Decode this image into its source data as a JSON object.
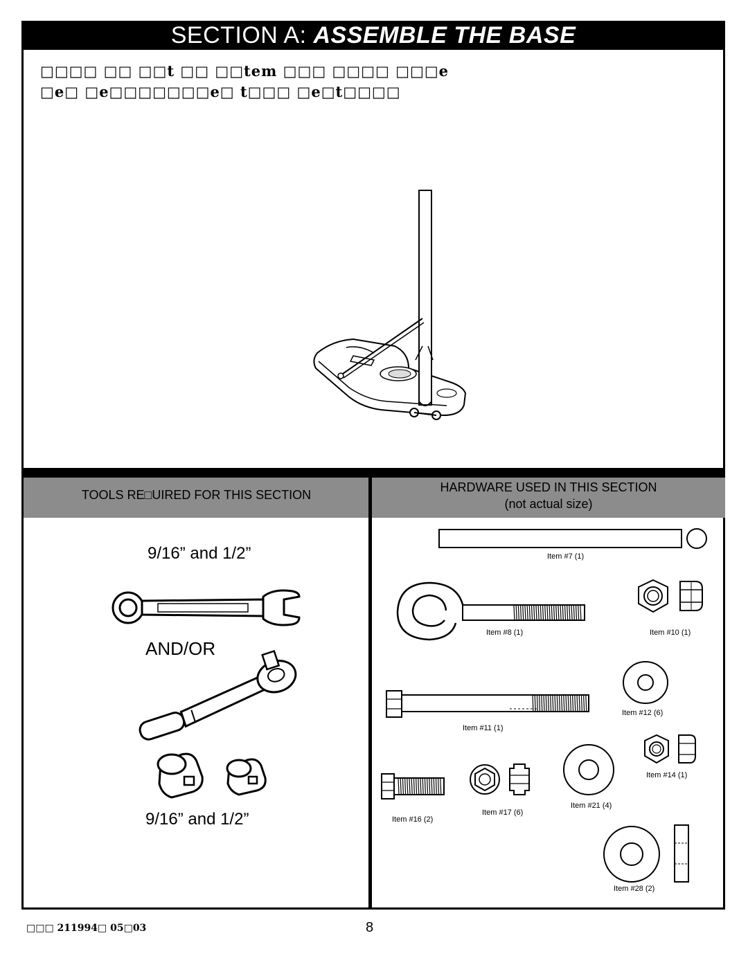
{
  "header": {
    "prefix": "SECTION A: ",
    "title": "ASSEMBLE THE BASE"
  },
  "intro": {
    "line1": "□□□□ □□ □□t □□ □□tem □□□ □□□□ □□□e",
    "line2": "□e□ □e□□□□□□□e□ t□□□ □e□t□□□□"
  },
  "tools": {
    "heading": "TOOLS RE□UIRED FOR THIS SECTION",
    "wrench_size": "9/16” and 1/2”",
    "and_or": "AND/OR",
    "socket_size": "9/16” and 1/2”"
  },
  "hardware": {
    "heading": "HARDWARE USED IN THIS SECTION",
    "subheading": "(not actual size)",
    "items": [
      {
        "id": "item7",
        "label": "Item #7 (1)"
      },
      {
        "id": "item8",
        "label": "Item #8 (1)"
      },
      {
        "id": "item10",
        "label": "Item #10 (1)"
      },
      {
        "id": "item11",
        "label": "Item #11 (1)"
      },
      {
        "id": "item12",
        "label": "Item #12 (6)"
      },
      {
        "id": "item14",
        "label": "Item #14 (1)"
      },
      {
        "id": "item16",
        "label": "Item #16 (2)"
      },
      {
        "id": "item17",
        "label": "Item #17 (6)"
      },
      {
        "id": "item21",
        "label": "Item #21 (4)"
      },
      {
        "id": "item28",
        "label": "Item #28 (2)"
      }
    ]
  },
  "footer": {
    "code": "□□□ 211994□   05□03",
    "page_number": "8"
  }
}
